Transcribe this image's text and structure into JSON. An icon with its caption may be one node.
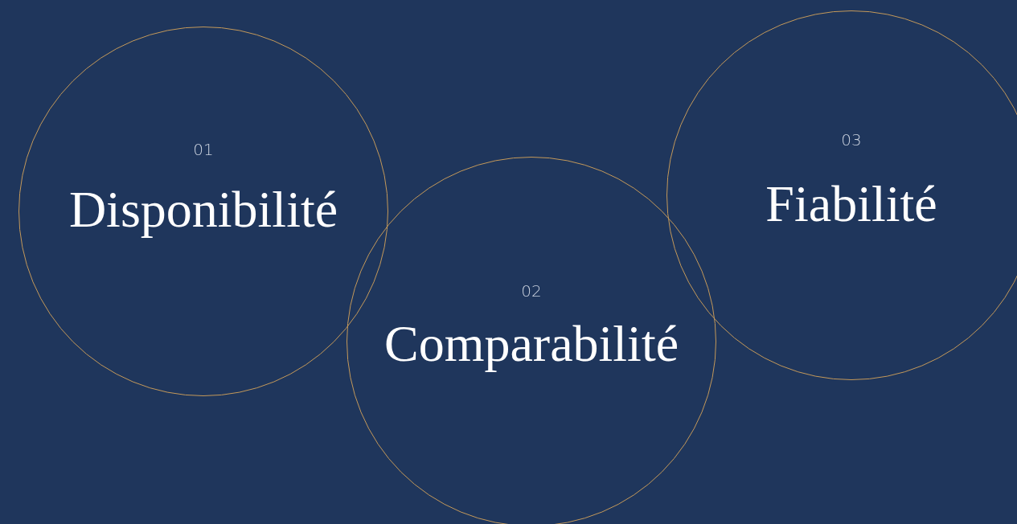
{
  "diagram": {
    "nodes": [
      {
        "text": [
          "01",
          "Disponibilité"
        ]
      },
      {
        "text": [
          "02",
          "Comparabilité"
        ]
      },
      {
        "text": [
          "03",
          "Fiabilité"
        ]
      }
    ]
  }
}
